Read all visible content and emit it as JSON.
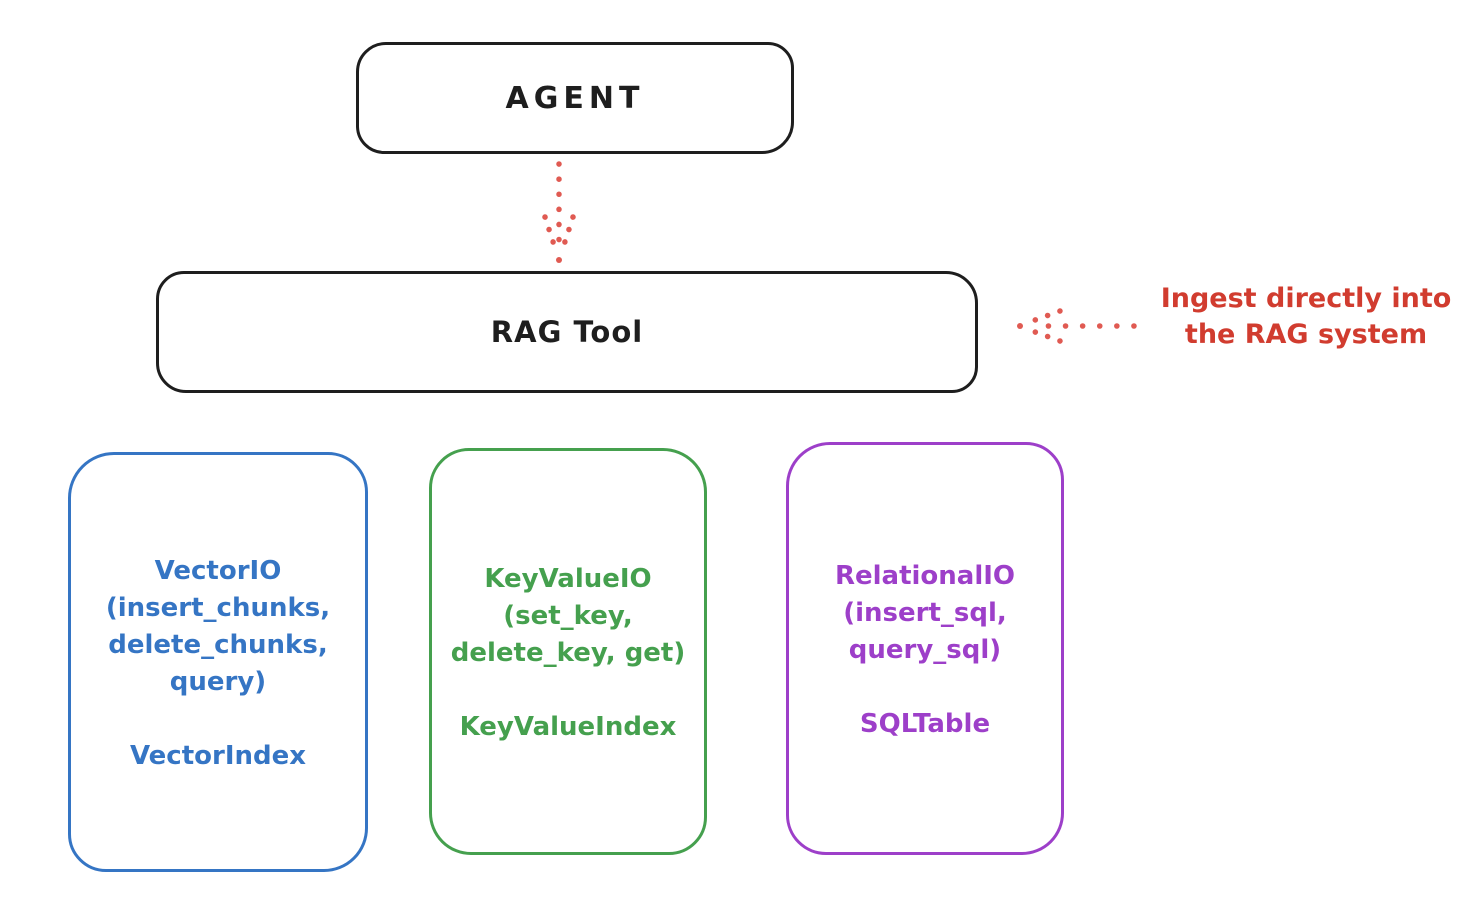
{
  "diagram": {
    "ink_color": "#1e1e1e",
    "agent": {
      "label": "AGENT"
    },
    "rag_tool": {
      "label": "RAG Tool"
    },
    "arrows": {
      "color": "#e05a52",
      "agent_to_rag": "dotted-down-arrow",
      "ingest_to_rag": "dotted-left-arrow"
    },
    "annotation": {
      "line1": "Ingest directly into",
      "line2": "the RAG system",
      "color": "#d13c2f"
    },
    "nodes": [
      {
        "id": "vector-io",
        "color": "#3575c4",
        "body": "VectorIO\n(insert_chunks,\ndelete_chunks,\nquery)",
        "index_label": "VectorIndex"
      },
      {
        "id": "keyvalue-io",
        "color": "#45a04e",
        "body": "KeyValueIO\n(set_key,\ndelete_key, get)",
        "index_label": "KeyValueIndex"
      },
      {
        "id": "relational-io",
        "color": "#9d3fc9",
        "body": "RelationalIO\n(insert_sql,\nquery_sql)",
        "index_label": "SQLTable"
      }
    ]
  }
}
